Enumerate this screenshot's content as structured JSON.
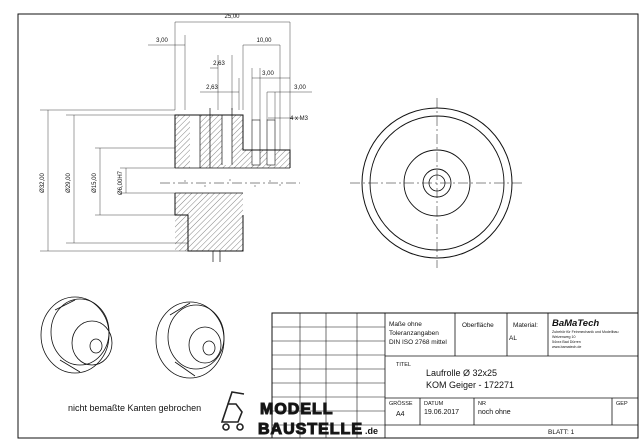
{
  "drawing": {
    "dims": {
      "d25": "25,00",
      "d3a": "3,00",
      "d10": "10,00",
      "d263a": "2,63",
      "d263b": "2,63",
      "d3b": "3,00",
      "d3c": "3,00",
      "m3": "4 x M3",
      "dia32": "Ø32,00",
      "dia29": "Ø29,00",
      "dia15": "Ø15,00",
      "dia6": "Ø6,00H7"
    },
    "note": "nicht bemaßte Kanten gebrochen"
  },
  "title_block": {
    "tolerance": [
      "Maße ohne",
      "Toleranzangaben",
      "DIN ISO 2768 mittel"
    ],
    "surface_label": "Oberfläche",
    "material_label": "Material:",
    "material_value": "AL",
    "logo": "BaMaTech",
    "company": [
      "Zubehör für Feinmechanik und Modellbau",
      "Weizenweg 10",
      "54xxx Bad Dürren",
      "www.bamatech.de"
    ],
    "title_label": "TITEL",
    "title_lines": [
      "Laufrolle Ø 32x25",
      "KOM Geiger - 172271"
    ],
    "size_label": "GRÖSSE",
    "size_value": "A4",
    "date_label": "DATUM",
    "date_value": "19.06.2017",
    "nr_label": "NR",
    "nr_value": "noch ohne",
    "rev_label": "GEP",
    "sheet_label": "BLATT: 1"
  },
  "watermark": {
    "line1": "MODELL",
    "line2": "BAUSTELLE",
    "suffix": ".de"
  }
}
